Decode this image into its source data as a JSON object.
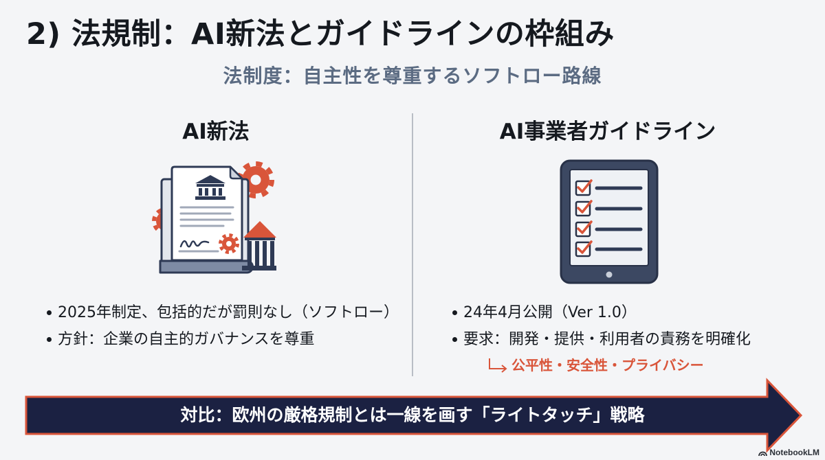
{
  "slide": {
    "title": "2) 法規制：AI新法とガイドラインの枠組み",
    "subtitle": "法制度：自主性を尊重するソフトロー路線"
  },
  "columns": {
    "left": {
      "heading": "AI新法",
      "icon": "legal-document-gears-icon",
      "bullets": [
        "2025年制定、包括的だが罰則なし（ソフトロー）",
        "方針：企業の自主的ガバナンスを尊重"
      ]
    },
    "right": {
      "heading": "AI事業者ガイドライン",
      "icon": "tablet-checklist-icon",
      "bullets": [
        "24年4月公開（Ver 1.0）",
        "要求：開発・提供・利用者の責務を明確化"
      ],
      "sub_point_icon": "return-arrow-icon",
      "sub_point": "公平性・安全性・プライバシー"
    }
  },
  "banner": {
    "text": "対比：欧州の厳格規制とは一線を画す「ライトタッチ」戦略"
  },
  "watermark": {
    "icon": "notebooklm-logo-icon",
    "label": "NotebookLM"
  },
  "colors": {
    "background": "#f4f5f7",
    "text": "#15191f",
    "subtitle": "#5b6b82",
    "accent": "#d9553a",
    "navy": "#1b2142",
    "icon_navy": "#2e3a55",
    "divider": "#b9bdc5"
  }
}
